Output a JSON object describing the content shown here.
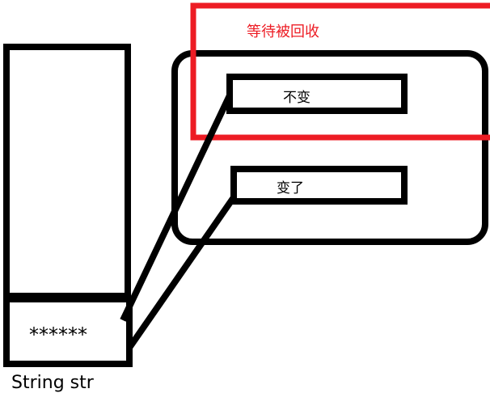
{
  "labels": {
    "gc_label": "等待被回收",
    "unchanged": "不变",
    "changed": "变了",
    "stars": "******",
    "variable": "String str"
  },
  "colors": {
    "stroke": "#000000",
    "highlight": "#ed1c24"
  }
}
